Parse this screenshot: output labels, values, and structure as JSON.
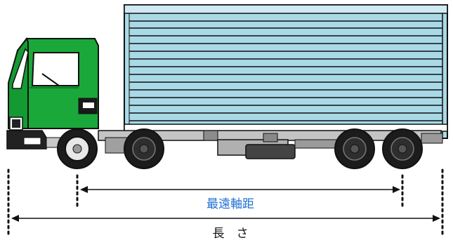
{
  "labels": {
    "wheelbase": "最遠軸距",
    "length": "長　さ"
  },
  "colors": {
    "cab_green": "#1aa83a",
    "cab_dark": "#0d6b22",
    "box_body": "#a9d9e6",
    "box_slat": "#1a1a1a",
    "wheelbase_label": "#1f6fd1",
    "length_label": "#111111",
    "chassis_gray": "#b9b9b9"
  },
  "icons": {
    "truck": "box-truck-side-view"
  }
}
